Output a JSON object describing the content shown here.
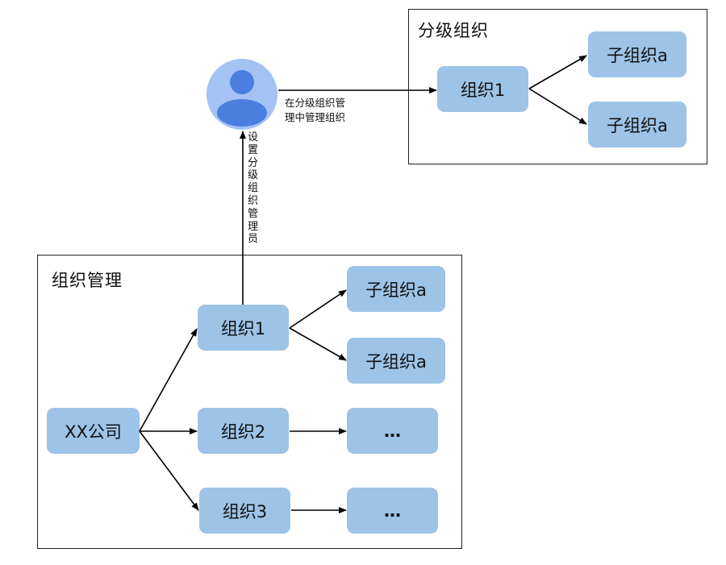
{
  "diagram": {
    "top_panel": {
      "title": "分级组织",
      "root": "组织1",
      "children": [
        "子组织a",
        "子组织a"
      ]
    },
    "admin": {
      "icon": "user-avatar-icon",
      "to_top_label": "在分级组织管理中管理组织",
      "to_top_label_lines": [
        "在分级组织管",
        "理中管理组织"
      ],
      "from_bottom_label": "设置分级组织管理员"
    },
    "bottom_panel": {
      "title": "组织管理",
      "company": "XX公司",
      "orgs": [
        {
          "label": "组织1",
          "children": [
            "子组织a",
            "子组织a"
          ]
        },
        {
          "label": "组织2",
          "children": [
            "…"
          ]
        },
        {
          "label": "组织3",
          "children": [
            "…"
          ]
        }
      ]
    },
    "colors": {
      "node_fill": "#9dc3e6",
      "avatar_bg": "#a4c2f4",
      "avatar_fg": "#4a7fe0",
      "line": "#000000"
    }
  }
}
